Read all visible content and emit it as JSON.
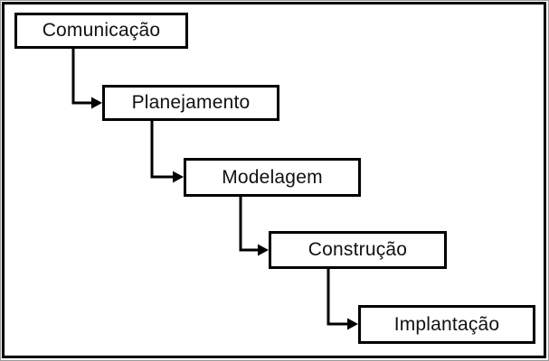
{
  "diagram": {
    "stages": [
      {
        "label": "Comunicação"
      },
      {
        "label": "Planejamento"
      },
      {
        "label": "Modelagem"
      },
      {
        "label": "Construção"
      },
      {
        "label": "Implantação"
      }
    ],
    "colors": {
      "border": "#000000",
      "background": "#ffffff",
      "text": "#111111",
      "outer_edge": "#9a9a9a"
    }
  }
}
